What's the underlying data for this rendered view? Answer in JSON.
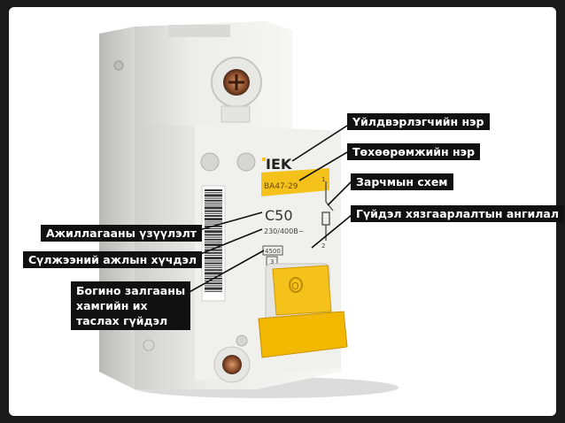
{
  "labels": {
    "manufacturer": "Үйлдвэрлэгчийн нэр",
    "device_name": "Төхөөрөмжийн нэр",
    "schematic": "Зарчмын схем",
    "trip_class": "Гүйдэл хязгаарлалтын ангилал",
    "rating": "Ажиллагааны үзүүлэлт",
    "network_voltage": "Сүлжээний ажлын хүчдэл",
    "short_circuit": [
      "Богино залгааны",
      "хамгийн их",
      "таслах гүйдэл"
    ]
  },
  "device": {
    "brand": "IEK",
    "model": "BA47-29",
    "rating_code": "C50",
    "voltage": "230/400В~",
    "breaking_capacity": "4500",
    "class_digit": "3",
    "terminal_top": "1",
    "terminal_bottom": "2",
    "switch_mark": "O"
  },
  "colors": {
    "label_bg": "#111111",
    "label_text": "#ffffff",
    "yellow": "#f4c21a",
    "body": "#e6e6e3"
  }
}
